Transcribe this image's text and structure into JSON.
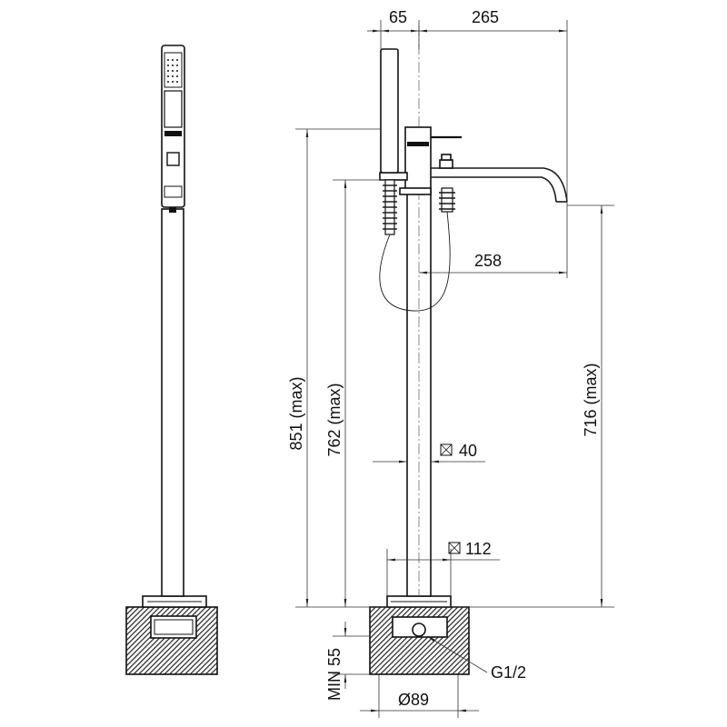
{
  "dimensions": {
    "top_left": "65",
    "top_right": "265",
    "spout_reach": "258",
    "height_total": "851 (max)",
    "height_mixer": "762 (max)",
    "height_spout": "716 (max)",
    "tube_square": "40",
    "base_square": "112",
    "connection": "G1/2",
    "embed_min": "MIN 55",
    "base_diameter": "Ø89"
  },
  "icons": {
    "square_symbol": "square-section-icon"
  }
}
